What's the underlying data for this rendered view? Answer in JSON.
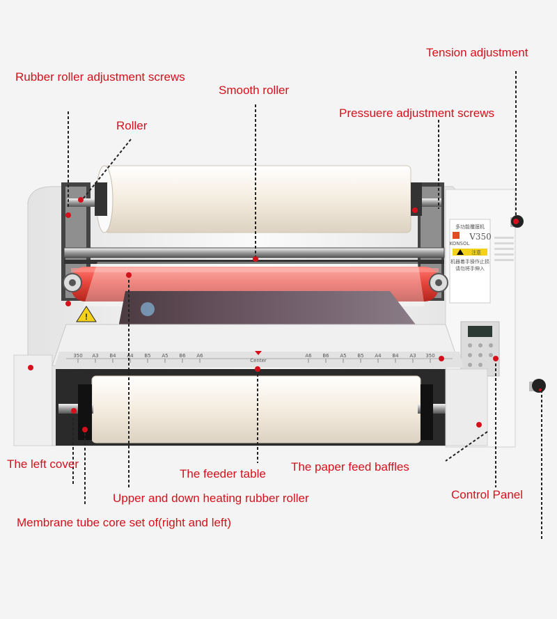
{
  "labels": {
    "tension_adjustment": "Tension adjustment",
    "rubber_roller_screws": "Rubber roller adjustment screws",
    "smooth_roller": "Smooth roller",
    "pressure_screws": "Pressuere adjustment screws",
    "roller": "Roller",
    "left_cover": "The left cover",
    "feeder_table": "The feeder table",
    "paper_feed_baffles": "The paper feed baffles",
    "heating_rubber_roller": "Upper and down heating rubber roller",
    "control_panel": "Control Panel",
    "membrane_core": "Membrane tube core set of(right and left)"
  },
  "machine": {
    "model": "V350",
    "brand": "KONSOL",
    "name_cn": "多功能覆膜机",
    "warning_title": "注意",
    "warning_text_1": "机器着手操作止损",
    "warning_text_2": "请勿将手伸入",
    "center_mark": "Center",
    "scale_left": [
      "350",
      "A3",
      "B4",
      "A4",
      "B5",
      "A5",
      "B6",
      "A6"
    ],
    "scale_right": [
      "A6",
      "B6",
      "A5",
      "B5",
      "A4",
      "B4",
      "A3",
      "350"
    ]
  },
  "colors": {
    "label_text": "#d6101b",
    "heating_roller": "#e8473d",
    "machine_body": "#f2f2f2",
    "accent_red": "#c8171f"
  }
}
